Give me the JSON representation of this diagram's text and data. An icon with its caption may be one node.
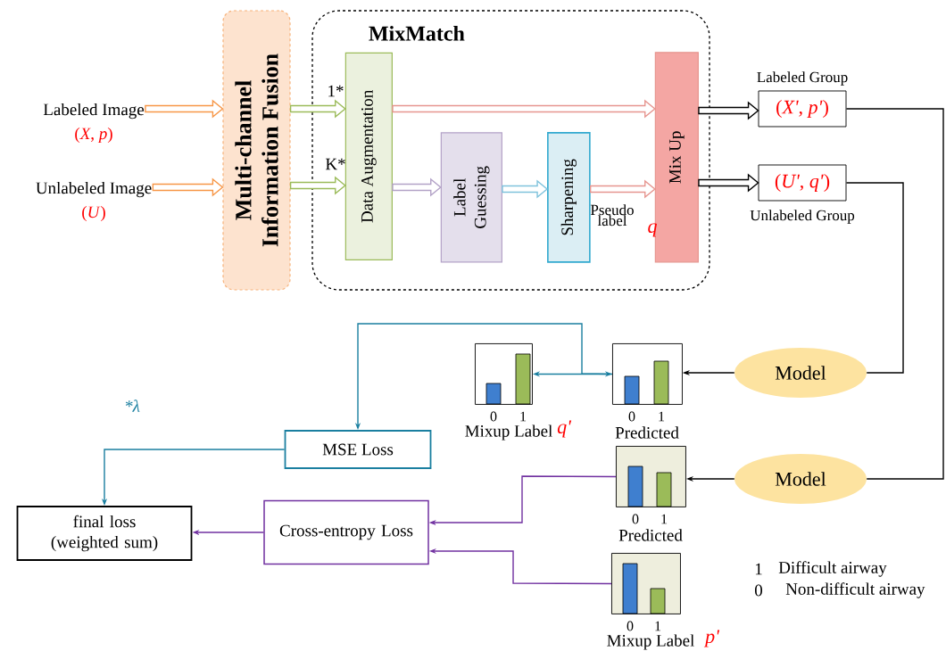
{
  "diagram": {
    "nodes": [
      {
        "text": [
          "Labeled Image",
          "(*X*, *p*)"
        ]
      },
      {
        "text": [
          "Unlabeled Image",
          "(*U*)"
        ]
      },
      {
        "text": [
          "Multi-channel Information Fusion"
        ]
      },
      {
        "text": [
          "MixMatch"
        ]
      },
      {
        "text": [
          "Data Augmentation"
        ],
        "in": 3
      },
      {
        "text": [
          "Label Guessing"
        ],
        "in": 3
      },
      {
        "text": [
          "Sharpening"
        ],
        "in": 3
      },
      {
        "text": [
          "Mix Up"
        ],
        "in": 3
      },
      {
        "text": [
          "Labeled Group",
          "(*X'*, *p'*)"
        ]
      },
      {
        "text": [
          "(*U'*, *q'*)",
          "Unlabeled Group"
        ]
      },
      {
        "text": [
          "Model"
        ]
      },
      {
        "text": [
          "Model"
        ]
      },
      {
        "text": [
          "0",
          "1",
          "Predicted"
        ]
      },
      {
        "text": [
          "0",
          "1",
          "Mixup Label",
          "q'"
        ]
      },
      {
        "text": [
          "MSE Loss"
        ]
      },
      {
        "text": [
          "final loss (weighted sum)"
        ]
      },
      {
        "text": [
          "Cross-entropy Loss"
        ]
      },
      {
        "text": [
          "0",
          "1",
          "Predicted"
        ]
      },
      {
        "text": [
          "0",
          "1",
          "Mixup Label",
          "p'"
        ]
      }
    ],
    "edges": [
      {
        "from": 0,
        "to": 2,
        "arrow": "to",
        "style": "thick",
        "color": "#f79646"
      },
      {
        "from": 1,
        "to": 2,
        "arrow": "to",
        "style": "thick",
        "color": "#f79646"
      },
      {
        "from": 2,
        "to": 4,
        "arrow": "to",
        "style": "thick",
        "color": "#9bbb59",
        "label": "1*"
      },
      {
        "from": 2,
        "to": 4,
        "arrow": "to",
        "style": "thick",
        "color": "#9bbb59",
        "label": "K*"
      },
      {
        "from": 4,
        "to": 7,
        "arrow": "to",
        "style": "thick",
        "color": "#e6958f"
      },
      {
        "from": 4,
        "to": 5,
        "arrow": "to",
        "style": "thick",
        "color": "#b3a2c7"
      },
      {
        "from": 5,
        "to": 6,
        "arrow": "to",
        "style": "thick",
        "color": "#7fc2dc"
      },
      {
        "from": 6,
        "to": 7,
        "arrow": "to",
        "style": "thick",
        "color": "#e6958f",
        "label": "Pseudo label"
      },
      {
        "from": 7,
        "to": 8,
        "arrow": "to",
        "style": "thick"
      },
      {
        "from": 7,
        "to": 9,
        "arrow": "to",
        "style": "thick"
      },
      {
        "from": 8,
        "to": 11,
        "arrow": "none"
      },
      {
        "from": 9,
        "to": 10,
        "arrow": "none"
      },
      {
        "from": 10,
        "to": 12,
        "arrow": "to"
      },
      {
        "from": 11,
        "to": 17,
        "arrow": "to"
      },
      {
        "from": 13,
        "to": 12,
        "arrow": "both",
        "color": "#1a7fa0"
      },
      {
        "from": 12,
        "to": 14,
        "arrow": "to",
        "color": "#1a7fa0"
      },
      {
        "from": 14,
        "to": 15,
        "arrow": "to",
        "color": "#1a7fa0",
        "label": "*λ"
      },
      {
        "from": 17,
        "to": 16,
        "arrow": "to",
        "color": "#7030a0"
      },
      {
        "from": 18,
        "to": 16,
        "arrow": "to",
        "color": "#7030a0"
      },
      {
        "from": 16,
        "to": 15,
        "arrow": "to",
        "color": "#7030a0"
      }
    ],
    "labels": [
      "q",
      "1",
      "Difficult airway",
      "0",
      "Non-difficult airway"
    ]
  }
}
